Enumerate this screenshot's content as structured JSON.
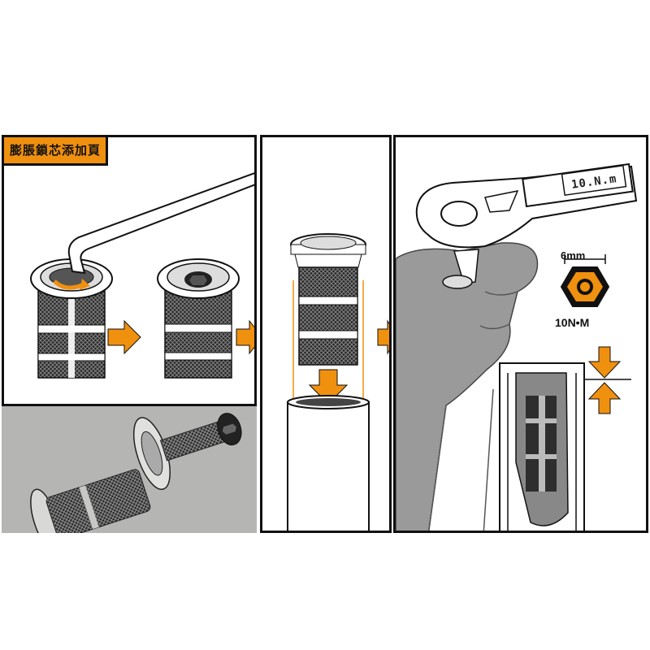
{
  "title_badge": "膨脹鎖芯添加頁",
  "size_label": "6mm",
  "torque_label": "10N•M",
  "wrench_readout": "10.N.m",
  "colors": {
    "accent": "#f0900f",
    "outline": "#111111",
    "panel_background": "#ffffff",
    "gray_area": "#b5b5b3",
    "glove": "#9a9a9a"
  },
  "icons": {
    "arrow": "orange-right-arrow",
    "hex_bolt": "hex-socket-icon",
    "compression": "compression-arrows-icon"
  }
}
